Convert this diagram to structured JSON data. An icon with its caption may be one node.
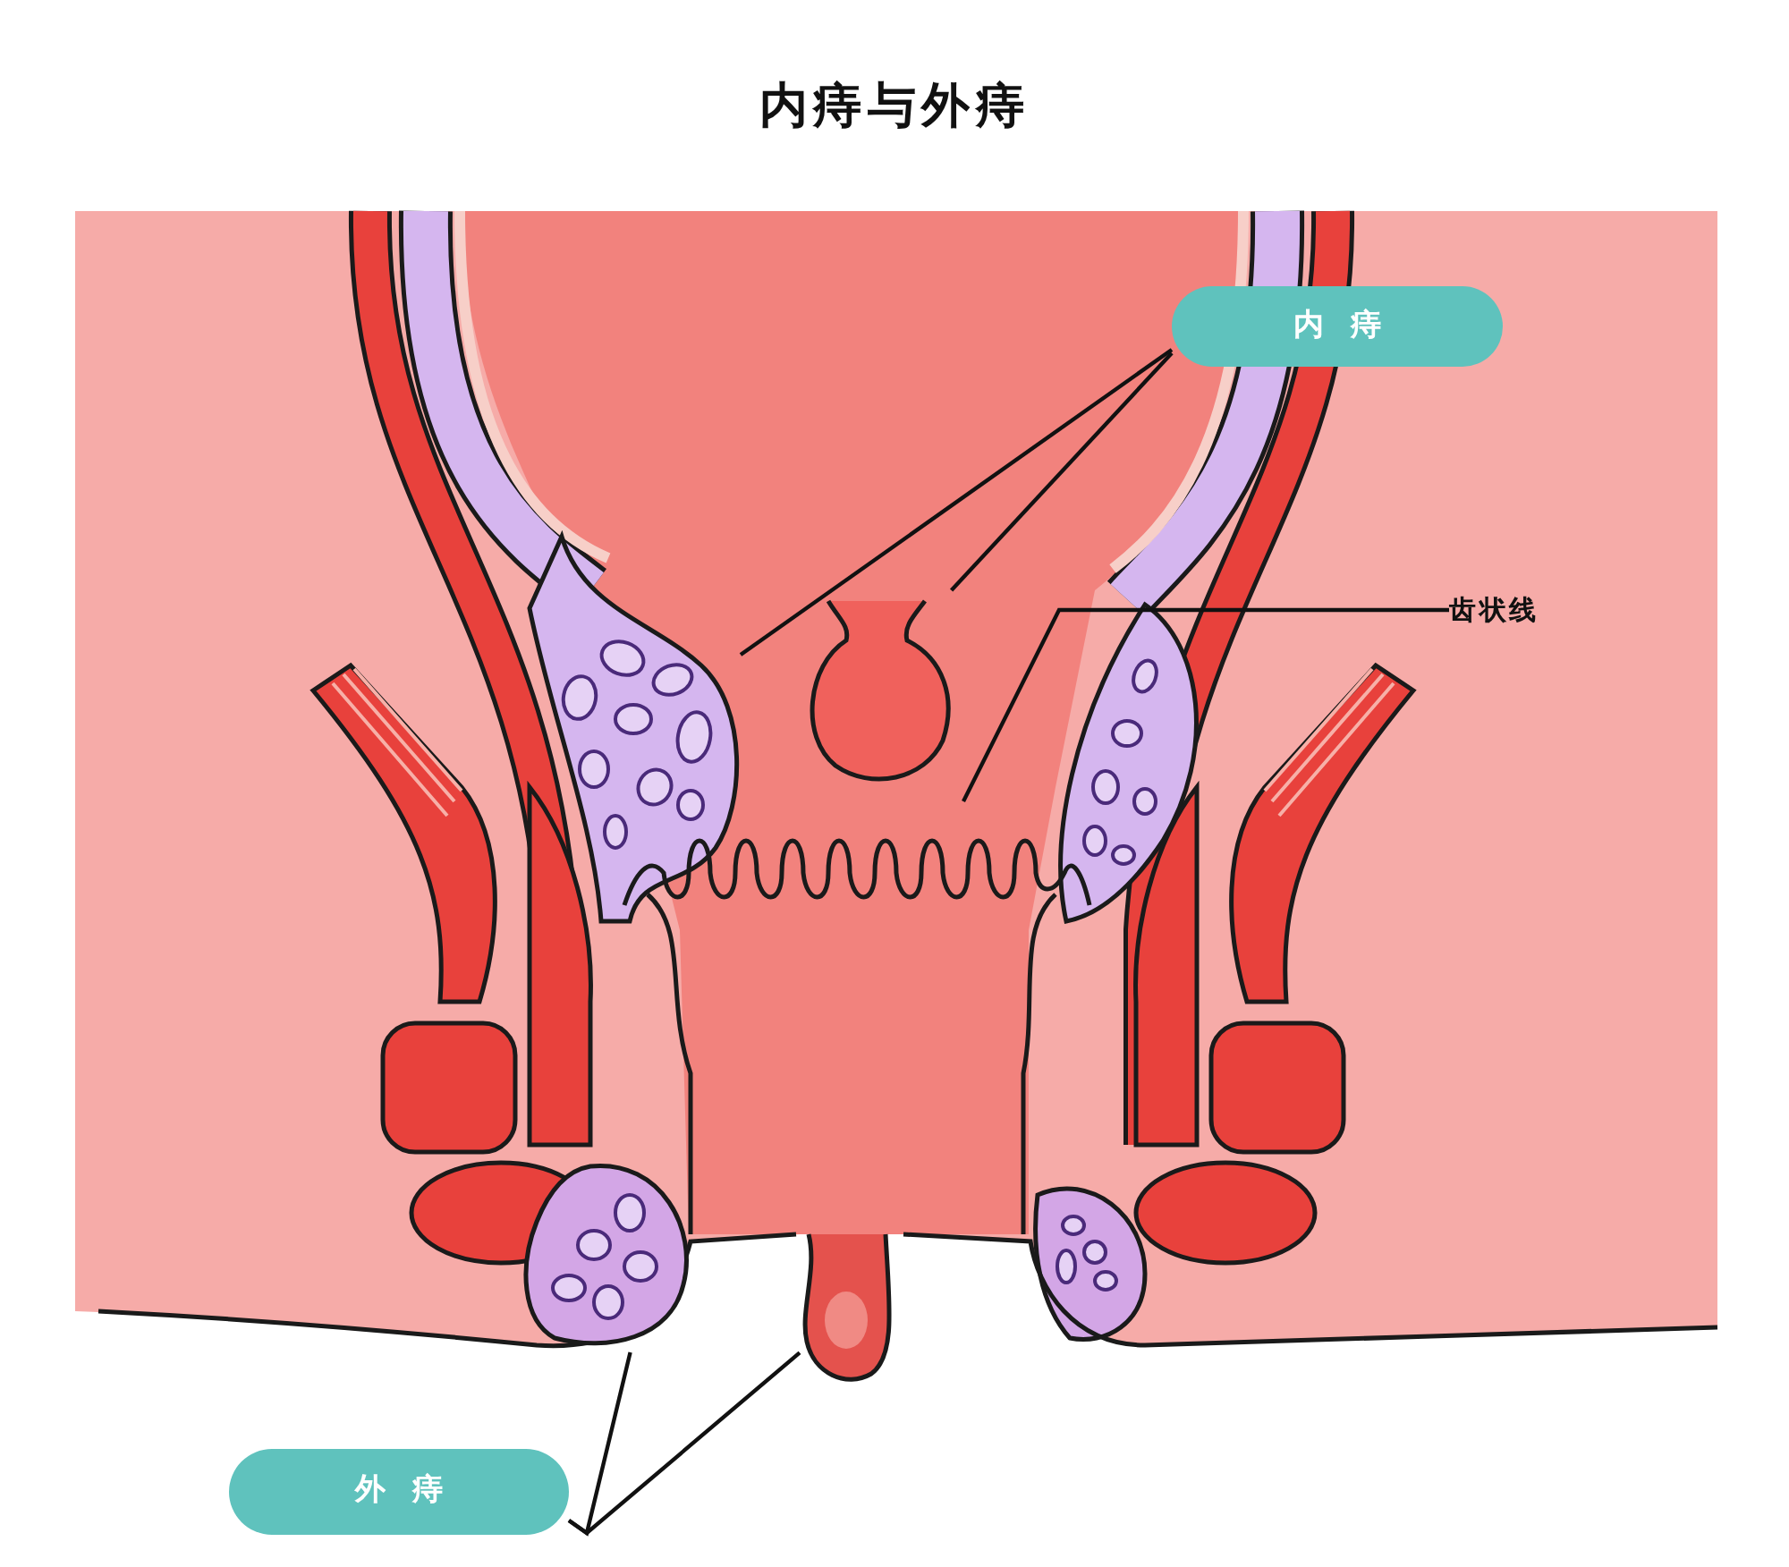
{
  "diagram": {
    "title": "内痔与外痔",
    "nodes": [
      {
        "text": [
          "内痔"
        ]
      },
      {
        "text": [
          "齿状线"
        ]
      },
      {
        "text": [
          "外痔"
        ]
      },
      {
        "text": [],
        "shape": "picture"
      },
      {
        "text": [],
        "shape": "picture"
      },
      {
        "text": [],
        "shape": "picture"
      },
      {
        "text": [],
        "shape": "picture"
      },
      {
        "text": [],
        "shape": "picture"
      }
    ],
    "edges": [
      {
        "from": 0,
        "to": 3,
        "arrow": "none"
      },
      {
        "from": 0,
        "to": 4,
        "arrow": "none"
      },
      {
        "from": 1,
        "to": 5,
        "arrow": "none"
      },
      {
        "from": 2,
        "to": 6,
        "arrow": "none"
      },
      {
        "from": 2,
        "to": 7,
        "arrow": "none"
      }
    ]
  }
}
